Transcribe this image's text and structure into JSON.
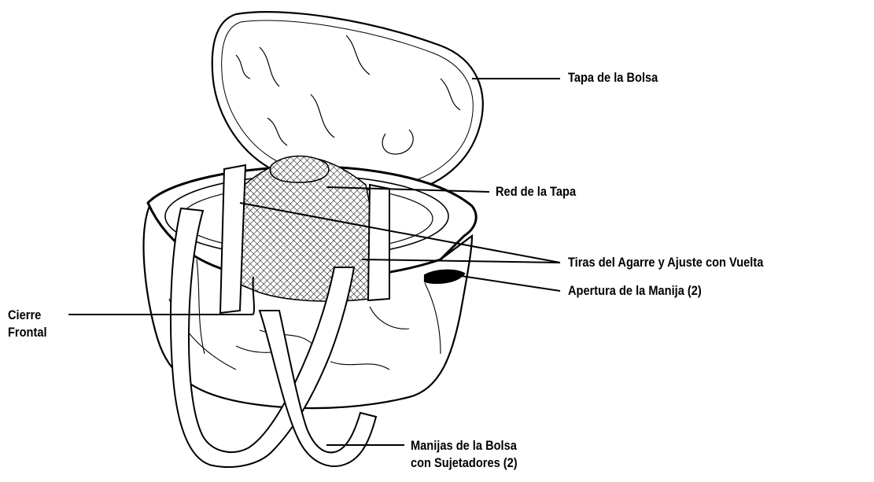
{
  "callouts": [
    {
      "id": "lid",
      "text": "Tapa de la Bolsa"
    },
    {
      "id": "net",
      "text": "Red de la Tapa"
    },
    {
      "id": "straps",
      "text": "Tiras del Agarre y Ajuste con Vuelta"
    },
    {
      "id": "opening",
      "text": "Apertura de la Manija (2)"
    },
    {
      "id": "zipper",
      "lines": [
        "Cierre",
        "Frontal"
      ]
    },
    {
      "id": "handles",
      "lines": [
        "Manijas de la Bolsa",
        "con Sujetadores (2)"
      ]
    }
  ],
  "colors": {
    "line": "#000000",
    "fill": "#ffffff",
    "mesh": "#000000"
  }
}
